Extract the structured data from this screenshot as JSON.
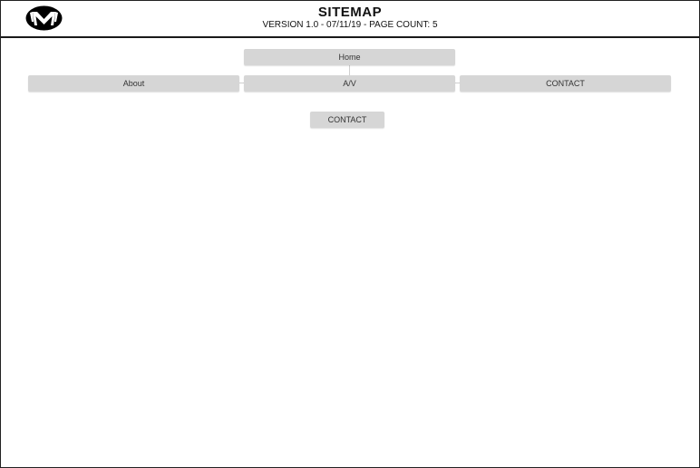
{
  "header": {
    "title": "SITEMAP",
    "subtitle": "VERSION 1.0 - 07/11/19 - PAGE COUNT: 5",
    "logo_icon": "winged-m-logo-icon"
  },
  "sitemap": {
    "root": {
      "label": "Home"
    },
    "level1": [
      {
        "label": "About"
      },
      {
        "label": "A/V"
      },
      {
        "label": "CONTACT"
      }
    ],
    "orphan": {
      "label": "CONTACT"
    }
  },
  "colors": {
    "node_fill": "#d6d6d6",
    "node_text": "#333333",
    "header_rule": "#1a1a1a"
  }
}
